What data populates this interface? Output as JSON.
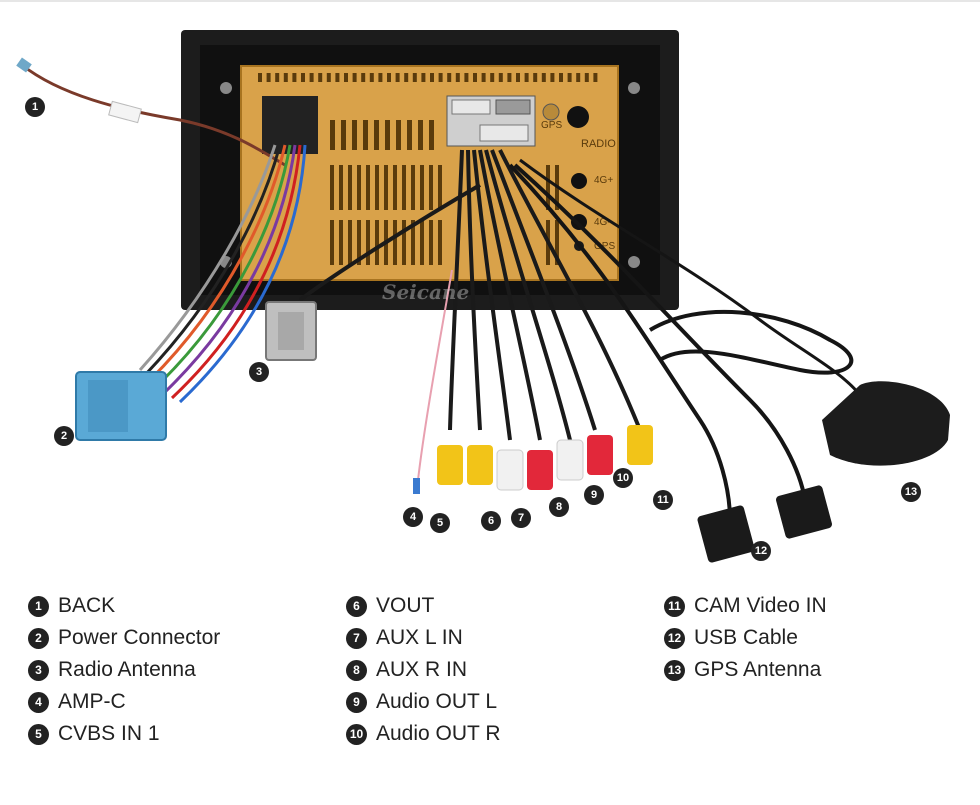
{
  "watermark": "Seicane",
  "unit_labels": {
    "gps": "GPS",
    "radio": "RADIO",
    "g4a": "4G+",
    "g4b": "4G-",
    "gps2": "GPS"
  },
  "callouts": [
    {
      "n": "1"
    },
    {
      "n": "2"
    },
    {
      "n": "3"
    },
    {
      "n": "4"
    },
    {
      "n": "5"
    },
    {
      "n": "6"
    },
    {
      "n": "7"
    },
    {
      "n": "8"
    },
    {
      "n": "9"
    },
    {
      "n": "10"
    },
    {
      "n": "11"
    },
    {
      "n": "12"
    },
    {
      "n": "13"
    }
  ],
  "legend": {
    "col1": [
      {
        "num": "1",
        "label": "BACK"
      },
      {
        "num": "2",
        "label": "Power Connector"
      },
      {
        "num": "3",
        "label": "Radio Antenna"
      },
      {
        "num": "4",
        "label": "AMP-C"
      },
      {
        "num": "5",
        "label": "CVBS IN 1"
      }
    ],
    "col2": [
      {
        "num": "6",
        "label": "VOUT"
      },
      {
        "num": "7",
        "label": "AUX L IN"
      },
      {
        "num": "8",
        "label": "AUX R IN"
      },
      {
        "num": "9",
        "label": "Audio OUT L"
      },
      {
        "num": "10",
        "label": "Audio OUT R"
      }
    ],
    "col3": [
      {
        "num": "11",
        "label": "CAM Video IN"
      },
      {
        "num": "12",
        "label": "USB Cable"
      },
      {
        "num": "13",
        "label": "GPS Antenna"
      }
    ]
  },
  "colors": {
    "frame": "#1c1c1c",
    "panel": "#d9a24a",
    "rca_yellow": "#f2c418",
    "rca_white": "#f1f1f1",
    "rca_red": "#e2283a",
    "power_connector": "#5aa9d6"
  }
}
